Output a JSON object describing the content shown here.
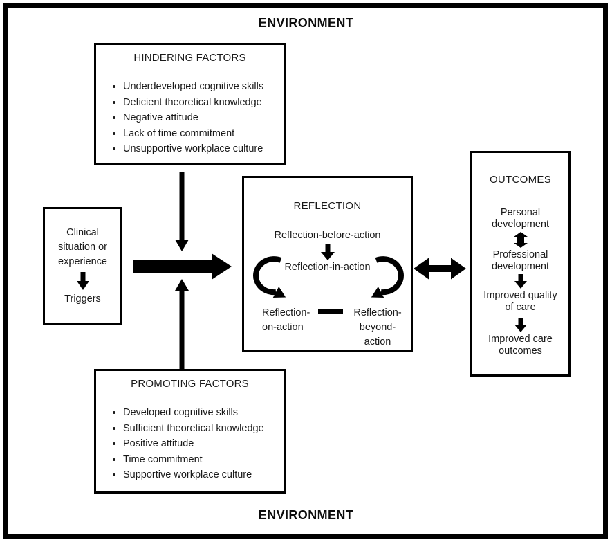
{
  "environment": {
    "top_label": "ENVIRONMENT",
    "bottom_label": "ENVIRONMENT"
  },
  "hindering_factors": {
    "title": "HINDERING FACTORS",
    "items": [
      "Underdeveloped cognitive skills",
      "Deficient theoretical knowledge",
      "Negative attitude",
      "Lack of time commitment",
      "Unsupportive workplace culture"
    ]
  },
  "promoting_factors": {
    "title": "PROMOTING FACTORS",
    "items": [
      "Developed cognitive skills",
      "Sufficient theoretical knowledge",
      "Positive attitude",
      "Time commitment",
      "Supportive workplace culture"
    ]
  },
  "trigger_box": {
    "situation": "Clinical situation or experience",
    "triggers": "Triggers"
  },
  "reflection": {
    "title": "REFLECTION",
    "before_action": "Reflection-before-action",
    "in_action": "Reflection-in-action",
    "on_action": "Reflection-\non-action",
    "beyond_action": "Reflection-\nbeyond-action"
  },
  "outcomes": {
    "title": "OUTCOMES",
    "items": [
      "Personal development",
      "Professional development",
      "Improved quality of care",
      "Improved care outcomes"
    ]
  },
  "colors": {
    "ink": "#000000",
    "background": "#ffffff"
  }
}
